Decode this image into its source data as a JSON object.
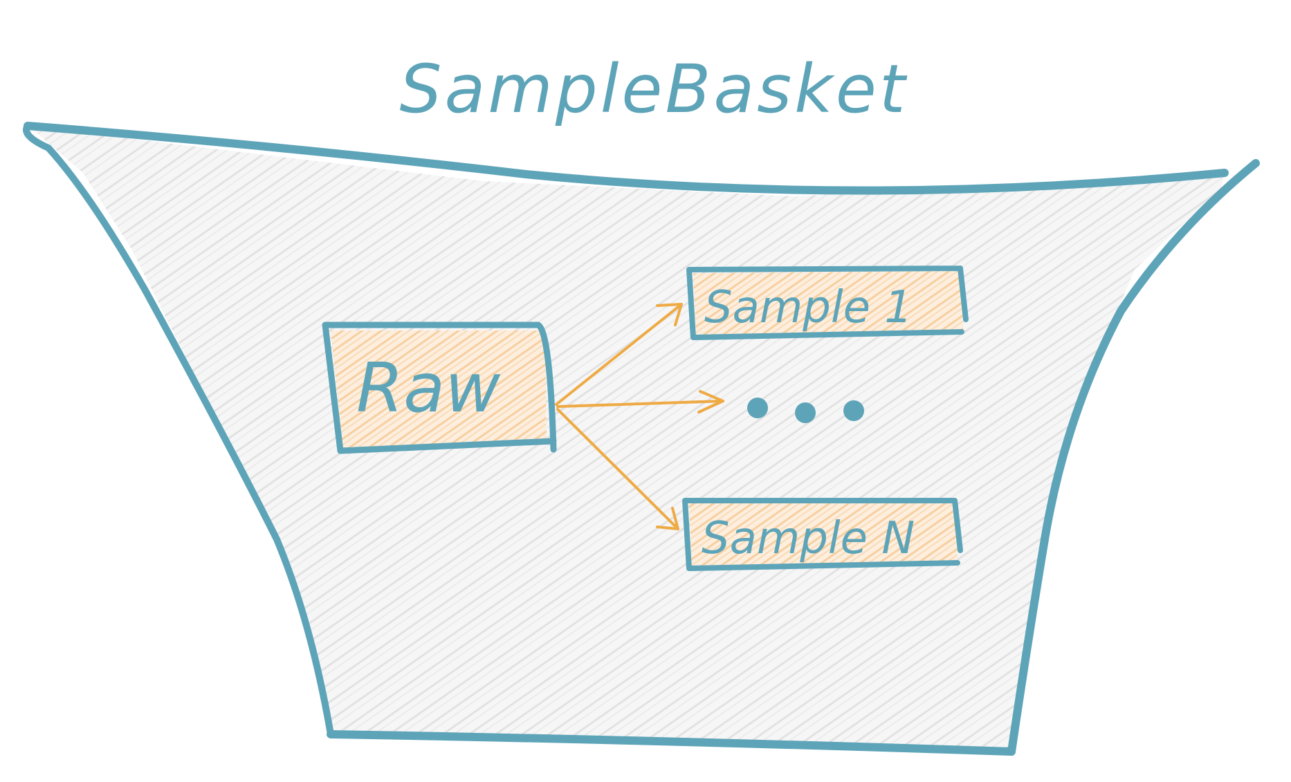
{
  "title": "SampleBasket",
  "raw_label": "Raw",
  "samples": [
    {
      "label": "Sample 1"
    },
    {
      "label": "Sample N"
    }
  ],
  "colors": {
    "outline": "#5ea4b8",
    "arrow": "#eeaa44",
    "box_fill": "#fbe3c8",
    "basket_fill": "#efefef"
  }
}
